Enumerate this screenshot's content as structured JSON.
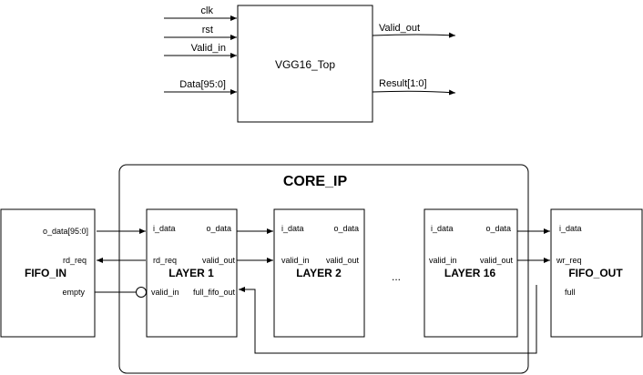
{
  "top_module": {
    "name": "VGG16_Top",
    "inputs": [
      "clk",
      "rst",
      "Valid_in",
      "Data[95:0]"
    ],
    "outputs": [
      "Valid_out",
      "Result[1:0]"
    ]
  },
  "core": {
    "title": "CORE_IP",
    "ellipsis": "..."
  },
  "fifo_in": {
    "name": "FIFO_IN",
    "ports": [
      "o_data[95:0]",
      "rd_req",
      "empty"
    ]
  },
  "layer1": {
    "name": "LAYER 1",
    "ports": [
      "i_data",
      "o_data",
      "rd_req",
      "valid_out",
      "valid_in",
      "full_fifo_out"
    ]
  },
  "layer2": {
    "name": "LAYER 2",
    "ports": [
      "i_data",
      "o_data",
      "valid_in",
      "valid_out"
    ]
  },
  "layer16": {
    "name": "LAYER 16",
    "ports": [
      "i_data",
      "o_data",
      "valid_in",
      "valid_out"
    ]
  },
  "fifo_out": {
    "name": "FIFO_OUT",
    "ports": [
      "i_data",
      "wr_req",
      "full"
    ]
  }
}
